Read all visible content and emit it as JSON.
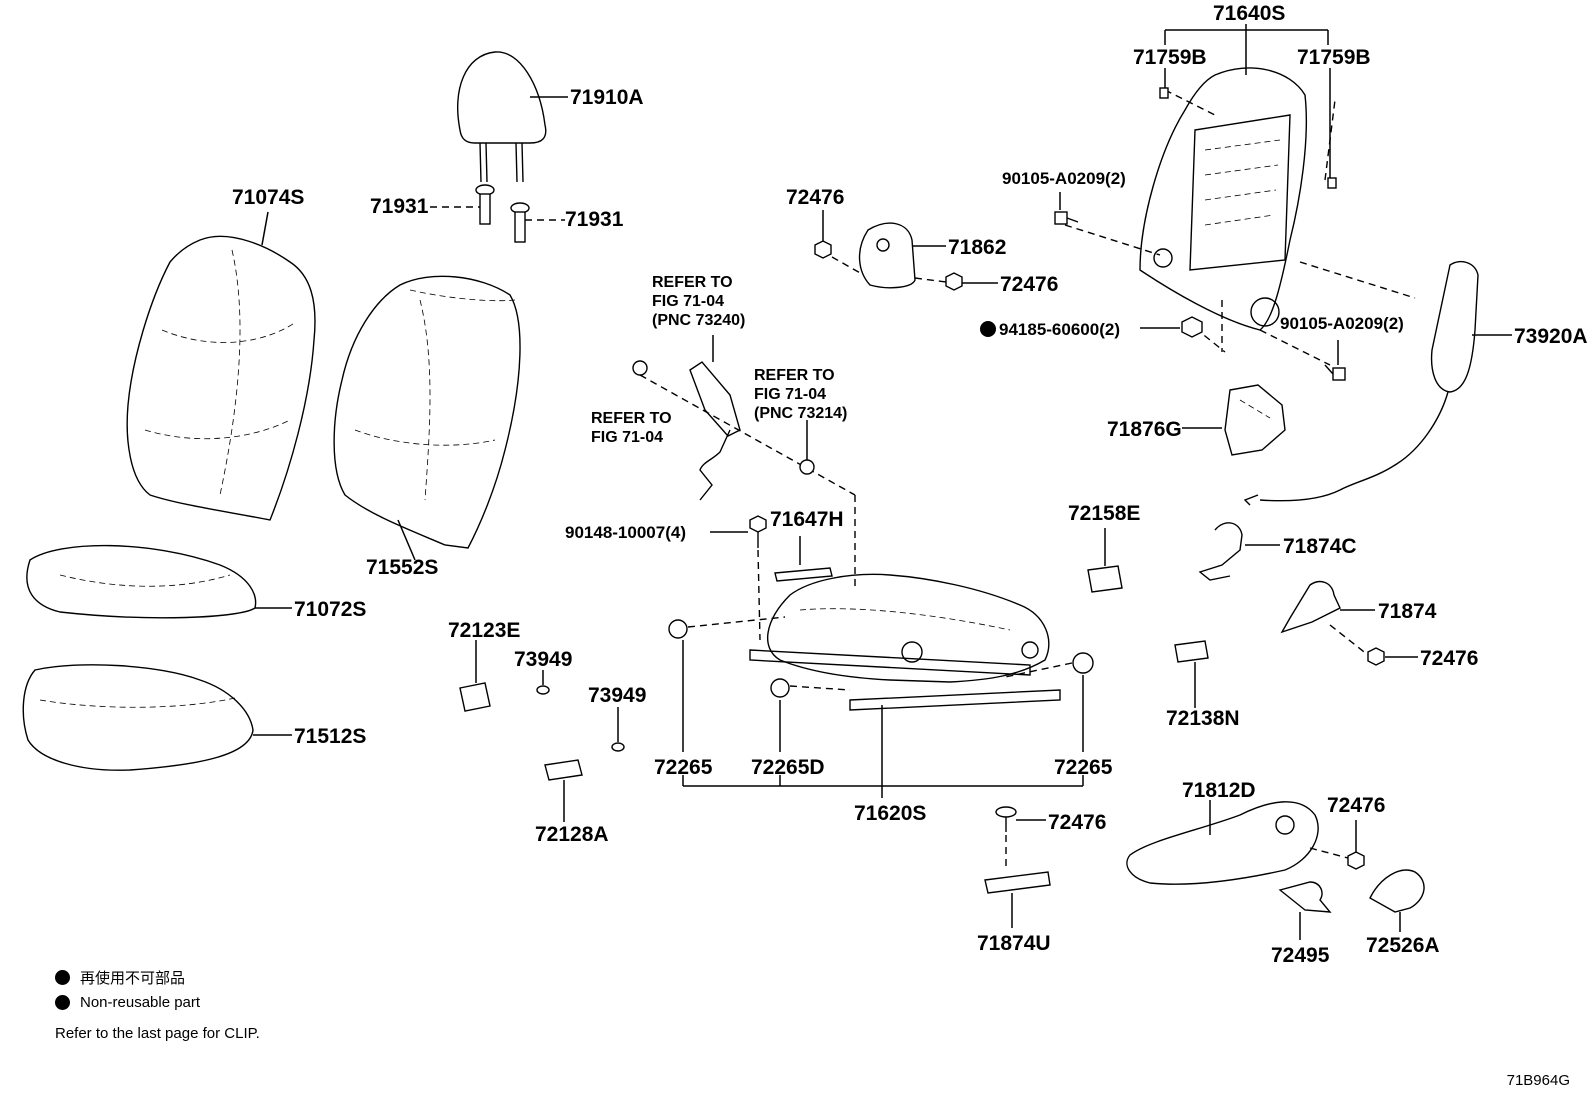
{
  "parts": {
    "p71640S": "71640S",
    "p71759B_l": "71759B",
    "p71759B_r": "71759B",
    "p71910A": "71910A",
    "p71074S": "71074S",
    "p71931_l": "71931",
    "p71931_r": "71931",
    "p90105_top": "90105-A0209(2)",
    "p72476_a": "72476",
    "p71862": "71862",
    "p72476_b": "72476",
    "p94185": "94185-60600(2)",
    "p90105_bot": "90105-A0209(2)",
    "p73920A": "73920A",
    "p71876G": "71876G",
    "p71552S": "71552S",
    "p71072S": "71072S",
    "p71512S": "71512S",
    "p90148": "90148-10007(4)",
    "p71647H": "71647H",
    "p72158E": "72158E",
    "p71874C": "71874C",
    "p71874": "71874",
    "p72476_c": "72476",
    "p72123E": "72123E",
    "p73949_a": "73949",
    "p73949_b": "73949",
    "p72138N": "72138N",
    "p72265_l": "72265",
    "p72265D": "72265D",
    "p72265_r": "72265",
    "p71620S": "71620S",
    "p72128A": "72128A",
    "p72476_d": "72476",
    "p71812D": "71812D",
    "p72476_e": "72476",
    "p71874U": "71874U",
    "p72495": "72495",
    "p72526A": "72526A"
  },
  "refs": {
    "r1_l1": "REFER TO",
    "r1_l2": "FIG 71-04",
    "r1_l3": "(PNC 73240)",
    "r2_l1": "REFER TO",
    "r2_l2": "FIG 71-04",
    "r2_l3": "(PNC 73214)",
    "r3_l1": "REFER TO",
    "r3_l2": "FIG 71-04"
  },
  "notes": {
    "nonreusable_ja": "再使用不可部品",
    "nonreusable_en": "Non-reusable part",
    "clip": "Refer to the last page for CLIP."
  },
  "drawing_code": "71B964G"
}
